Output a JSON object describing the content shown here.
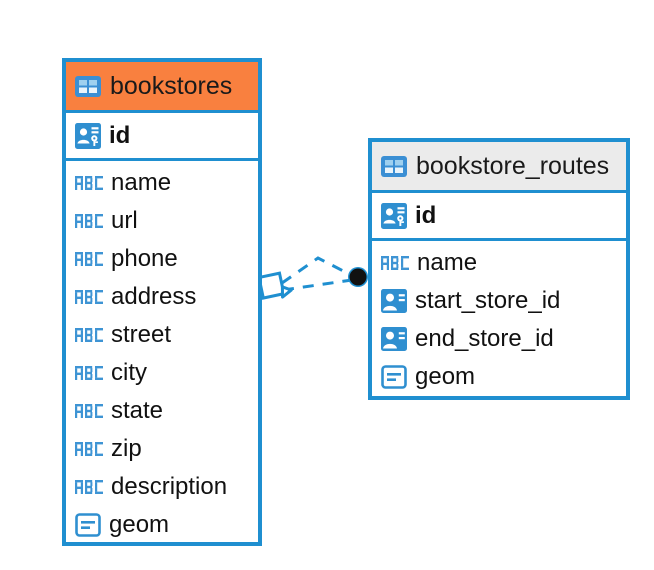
{
  "diagram": {
    "type": "entity-relationship-diagram",
    "background": "#ffffff",
    "accent_color": "#1f8fd0",
    "highlight_color": "#f9803f",
    "neutral_header_color": "#ebebeb"
  },
  "entities": [
    {
      "name": "bookstores",
      "header_style": "accent",
      "key_fields": [
        {
          "label": "id",
          "icon": "primary-key-icon",
          "bold": true
        }
      ],
      "fields": [
        {
          "label": "name",
          "icon": "abc-text-icon"
        },
        {
          "label": "url",
          "icon": "abc-text-icon"
        },
        {
          "label": "phone",
          "icon": "abc-text-icon"
        },
        {
          "label": "address",
          "icon": "abc-text-icon"
        },
        {
          "label": "street",
          "icon": "abc-text-icon"
        },
        {
          "label": "city",
          "icon": "abc-text-icon"
        },
        {
          "label": "state",
          "icon": "abc-text-icon"
        },
        {
          "label": "zip",
          "icon": "abc-text-icon"
        },
        {
          "label": "description",
          "icon": "abc-text-icon"
        },
        {
          "label": "geom",
          "icon": "geometry-icon"
        }
      ]
    },
    {
      "name": "bookstore_routes",
      "header_style": "neutral",
      "key_fields": [
        {
          "label": "id",
          "icon": "primary-key-icon",
          "bold": true
        }
      ],
      "fields": [
        {
          "label": "name",
          "icon": "abc-text-icon"
        },
        {
          "label": "start_store_id",
          "icon": "foreign-key-icon"
        },
        {
          "label": "end_store_id",
          "icon": "foreign-key-icon"
        },
        {
          "label": "geom",
          "icon": "geometry-icon"
        }
      ]
    }
  ],
  "relationship": {
    "style": "dashed",
    "color": "#1f8fd0",
    "source_marker": "zero-or-many-diamond",
    "target_marker": "filled-circle",
    "target_marker_color": "#111111"
  }
}
